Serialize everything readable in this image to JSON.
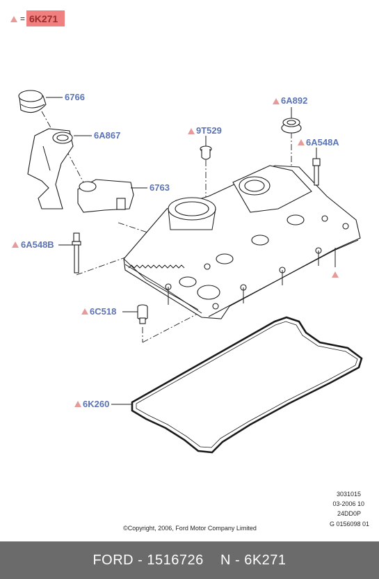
{
  "legend": {
    "eq": "=",
    "code": "6K271",
    "highlight": "#f08080"
  },
  "callouts": {
    "c6766": "6766",
    "c6A867": "6A867",
    "c6763": "6763",
    "c9T529": "9T529",
    "c6A892": "6A892",
    "c6A548A": "6A548A",
    "c6A548B": "6A548B",
    "c6C518": "6C518",
    "c6K260": "6K260"
  },
  "refcodes": [
    "3031015",
    "03-2006 10",
    "24DD0P",
    "G 0156098 01"
  ],
  "copyright": "©Copyright, 2006, Ford Motor Company Limited",
  "footer": {
    "left": "FORD - 1516726",
    "right": "N - 6K271"
  },
  "colors": {
    "label": "#5b73b5",
    "triangle": "#e79a9a",
    "footer_bg": "#6b6b6b"
  }
}
